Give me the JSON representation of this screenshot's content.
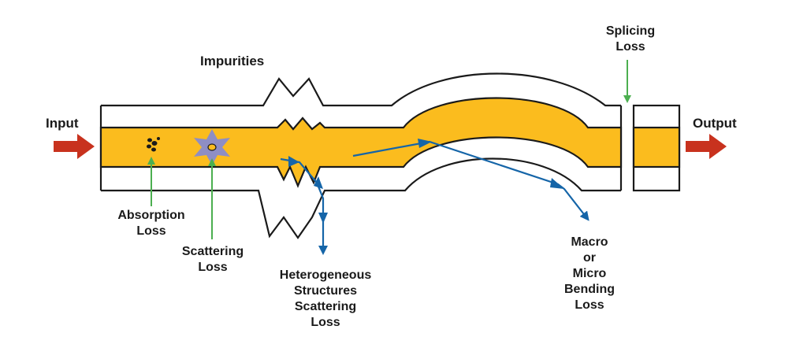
{
  "labels": {
    "input": "Input",
    "output": "Output",
    "impurities": "Impurities",
    "splicing": [
      "Splicing",
      "Loss"
    ],
    "absorption": [
      "Absorption",
      "Loss"
    ],
    "scattering": [
      "Scattering",
      "Loss"
    ],
    "heterogeneous": [
      "Heterogeneous",
      "Structures",
      "Scattering",
      "Loss"
    ],
    "bending": [
      "Macro",
      "or",
      "Micro",
      "Bending",
      "Loss"
    ]
  },
  "colors": {
    "core": "#fbbc1e",
    "outline": "#1a1a1a",
    "arrow_io": "#c8321e",
    "pointer": "#4caf50",
    "ray": "#1565a8",
    "scatterer": "#8e8ec4"
  }
}
